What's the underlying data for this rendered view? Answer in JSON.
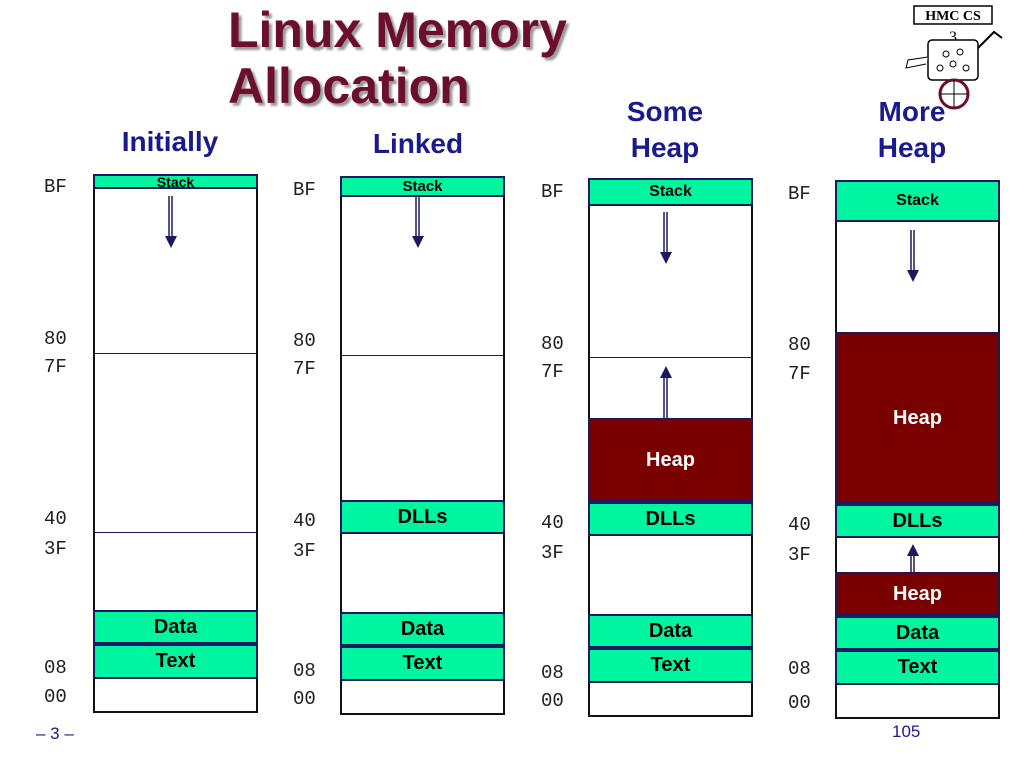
{
  "title": "Linux Memory Allocation",
  "title_line1": "Linux Memory",
  "title_line2": "Allocation",
  "columns": [
    {
      "heading": "Initially"
    },
    {
      "heading": "Linked"
    },
    {
      "heading_line1": "Some",
      "heading_line2": "Heap"
    },
    {
      "heading_line1": "More",
      "heading_line2": "Heap"
    }
  ],
  "addresses": {
    "bf": "BF",
    "a80": "80",
    "a7f": "7F",
    "a40": "40",
    "a3f": "3F",
    "a08": "08",
    "a00": "00"
  },
  "regions": {
    "stack": "Stack",
    "dlls": "DLLs",
    "heap": "Heap",
    "data": "Data",
    "text": "Text"
  },
  "footer": {
    "slide_number": "– 3 –",
    "page_number": "105"
  },
  "logo": {
    "text": "HMC CS"
  },
  "colors": {
    "title": "#6b0f2c",
    "heading": "#1a1a8c",
    "segment_green": "#00f5a0",
    "heap_maroon": "#7a0000"
  }
}
